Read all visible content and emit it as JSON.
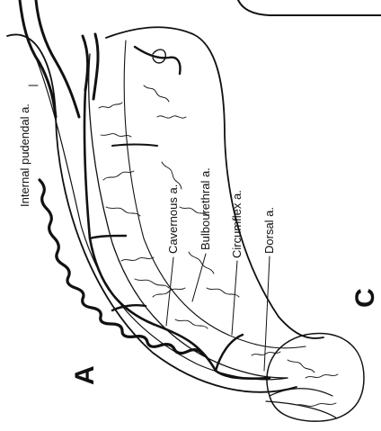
{
  "figure": {
    "panel_letters": {
      "a": "A",
      "c": "C"
    },
    "labels": {
      "internal_pudendal": "Internal pudendal a.",
      "cavernous": "Cavernous a.",
      "bulbourethral": "Bulbourethral a.",
      "circumflex": "Circumflex a.",
      "dorsal": "Dorsal a."
    }
  }
}
